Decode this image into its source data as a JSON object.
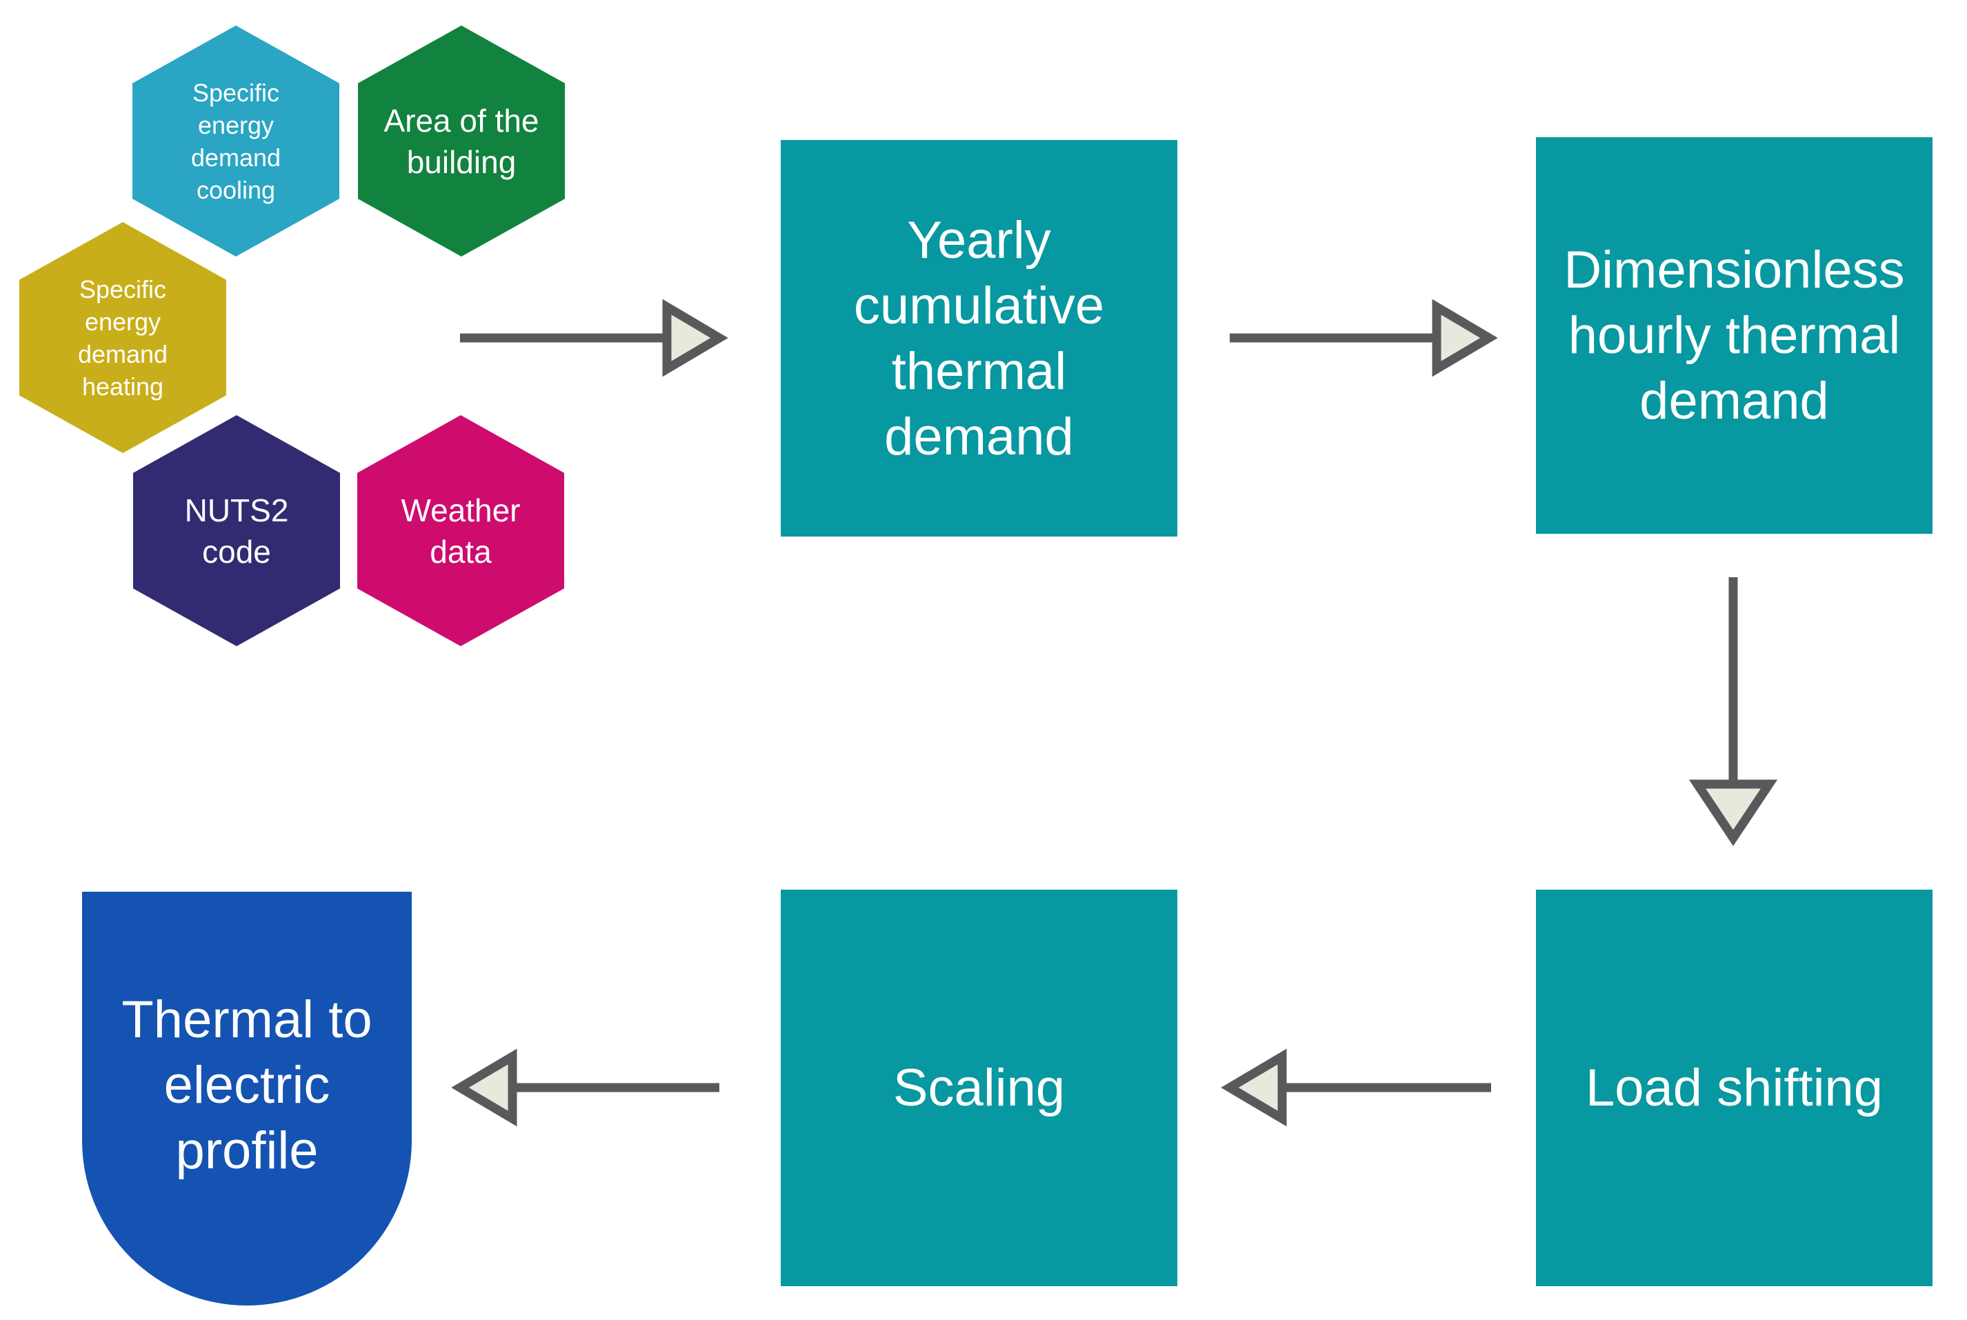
{
  "diagram": {
    "inputs": {
      "cooling": {
        "label": "Specific\nenergy\ndemand\ncooling",
        "color": "#2AA5C4"
      },
      "area": {
        "label": "Area of the\nbuilding",
        "color": "#12823F"
      },
      "heating": {
        "label": "Specific\nenergy\ndemand\nheating",
        "color": "#C9AE1B"
      },
      "nuts2": {
        "label": "NUTS2\ncode",
        "color": "#322B72"
      },
      "weather": {
        "label": "Weather\ndata",
        "color": "#CE0C6E"
      }
    },
    "steps": {
      "yearly": {
        "label": "Yearly\ncumulative\nthermal\ndemand",
        "color": "#0798A1"
      },
      "dimensionless": {
        "label": "Dimensionless\nhourly thermal\ndemand",
        "color": "#0798A1"
      },
      "load_shifting": {
        "label": "Load shifting",
        "color": "#0798A1"
      },
      "scaling": {
        "label": "Scaling",
        "color": "#0798A1"
      },
      "thermal_to_electric": {
        "label": "Thermal to\nelectric\nprofile",
        "color": "#1453B2"
      }
    },
    "arrow_style": {
      "shaft_color": "#58595B",
      "head_fill": "#E6EADC",
      "head_stroke": "#58595B"
    },
    "text_color": "#FFFFFF",
    "background_color": "#FFFFFF"
  }
}
